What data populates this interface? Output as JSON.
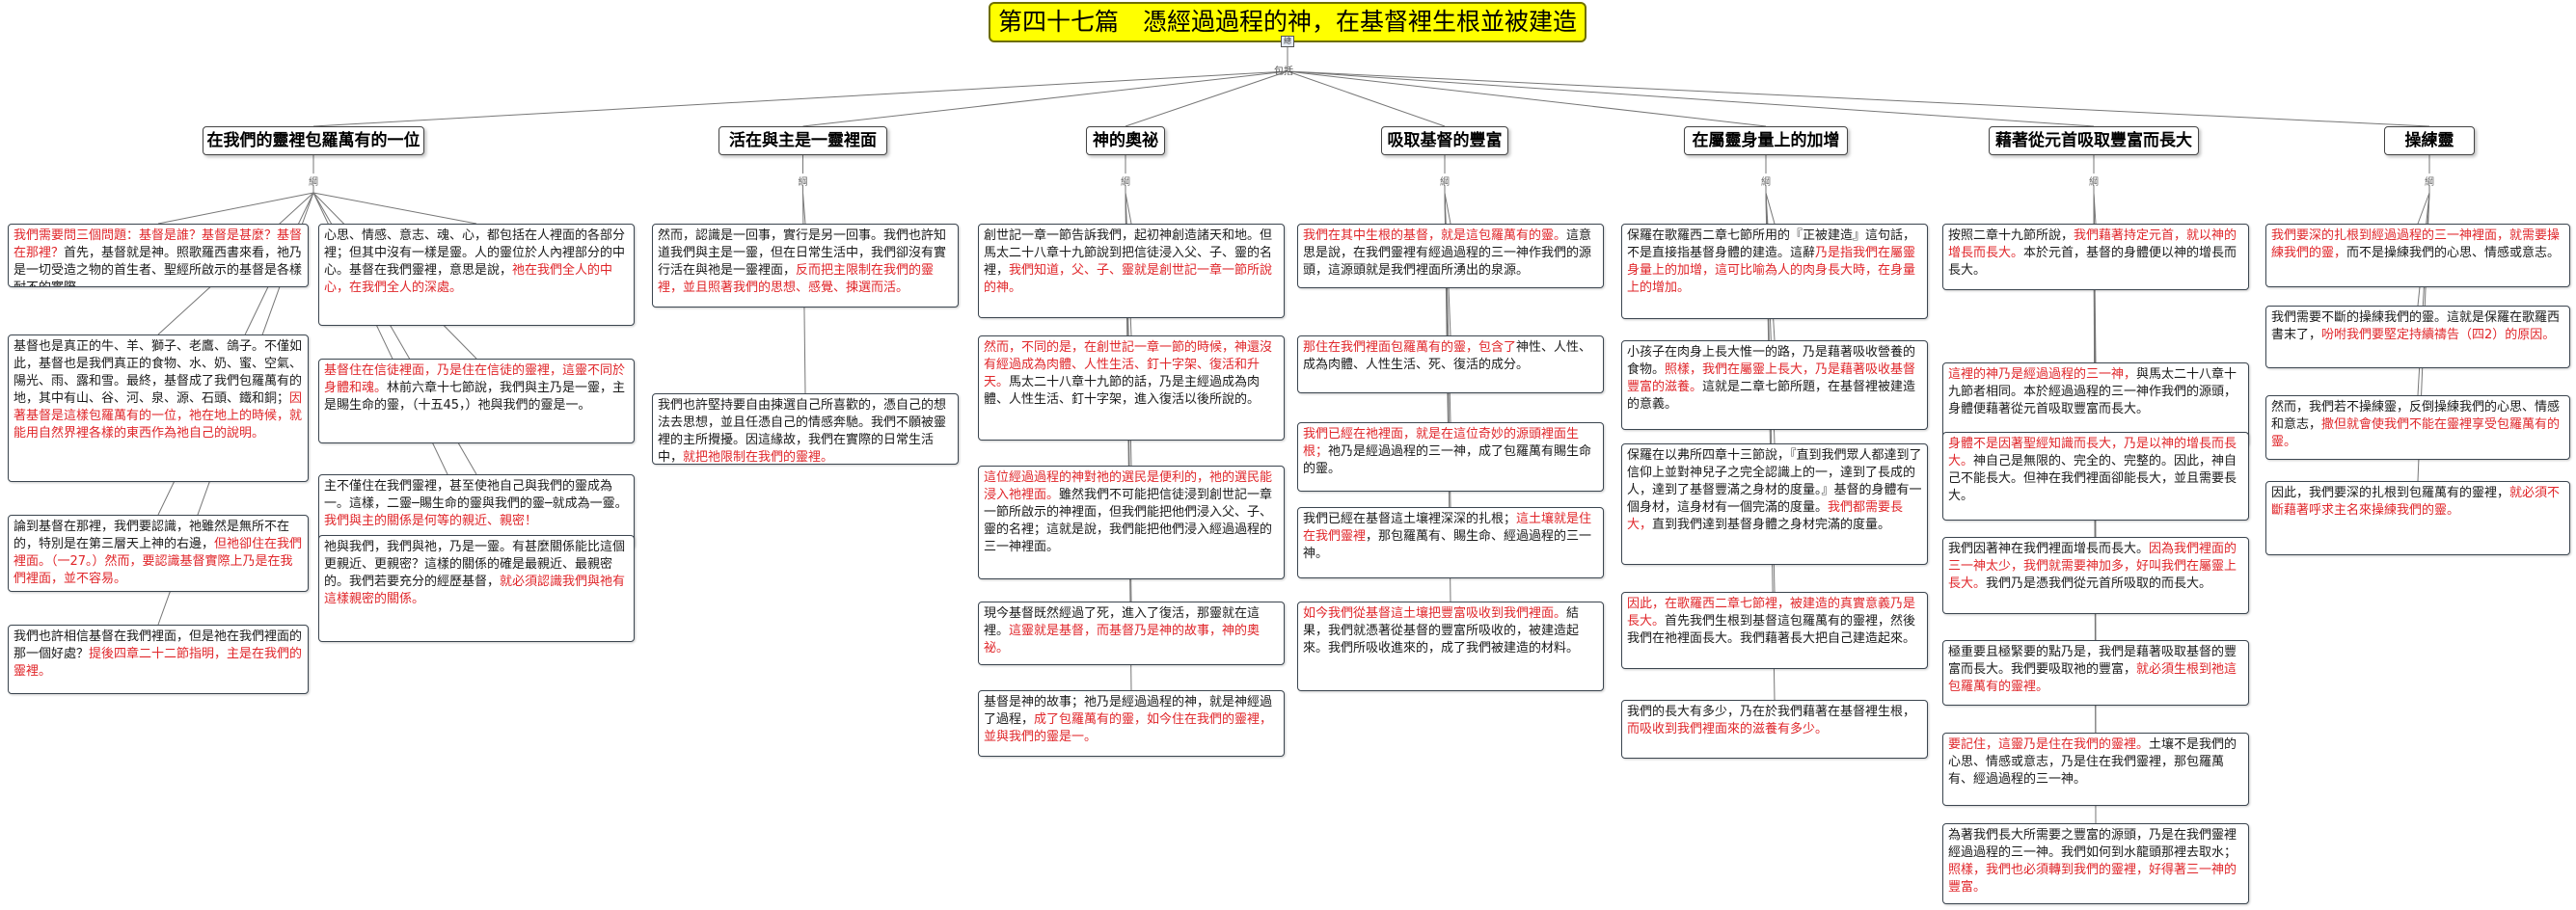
{
  "root": {
    "title": "第四十七篇　憑經過過程的神，在基督裡生根並被建造",
    "marker": "總",
    "hub_label": "包括"
  },
  "branches": [
    {
      "title": "在我們的靈裡包羅萬有的一位",
      "marker": "綱",
      "cards": [
        {
          "segments": [
            {
              "t": "我們需要問三個問題：基督是誰？基督是甚麼？基督在那裡？",
              "red": true
            },
            {
              "t": "首先，基督就是神。照歌羅西書來看，祂乃是一切受造之物的首生者、聖經所啟示的基督是各樣耐不的實際。",
              "red": false
            }
          ]
        },
        {
          "segments": [
            {
              "t": "基督也是真正的牛、羊、獅子、老鷹、鴿子。不僅如此，基督也是我們真正的食物、水、奶、蜜、空氣、陽光、雨、露和雪。最終，基督成了我們包羅萬有的地，其中有山、谷、河、泉、源、石頭、鐵和銅；",
              "red": false
            },
            {
              "t": "因著基督是這樣包羅萬有的一位，祂在地上的時候，就能用自然界裡各樣的東西作為祂自己的說明。",
              "red": true
            }
          ]
        },
        {
          "segments": [
            {
              "t": "論到基督在那裡，我們要認識，祂雖然是無所不在的，特別是在第三層天上神的右邊，",
              "red": false
            },
            {
              "t": "但祂卻住在我們裡面。（一27。）然而，要認識基督實際上乃是在我們裡面，並不容易。",
              "red": true
            }
          ]
        },
        {
          "segments": [
            {
              "t": "我們也許相信基督在我們裡面，但是祂在我們裡面的那一個好處？",
              "red": false
            },
            {
              "t": "提後四章二十二節指明，主是在我們的靈裡。",
              "red": true
            }
          ]
        },
        {
          "segments": [
            {
              "t": "心思、情感、意志、魂、心，都包括在人裡面的各部分裡；但其中沒有一樣是靈。人的靈位於人內裡部分的中心。基督在我們靈裡，意思是說，",
              "red": false
            },
            {
              "t": "祂在我們全人的中心，在我們全人的深處。",
              "red": true
            }
          ]
        },
        {
          "segments": [
            {
              "t": "基督住在信徒裡面，乃是住在信徒的靈裡，這靈不同於身體和魂。",
              "red": true
            },
            {
              "t": "林前六章十七節說，我們與主乃是一靈，主是賜生命的靈，（十五45，）祂與我們的靈是一。",
              "red": false
            }
          ]
        },
        {
          "segments": [
            {
              "t": "主不僅住在我們靈裡，甚至使祂自己與我們的靈成為一。這樣，二靈─賜生命的靈與我們的靈─就成為一靈。",
              "red": false
            },
            {
              "t": "我們與主的關係是何等的親近、親密！",
              "red": true
            }
          ]
        },
        {
          "segments": [
            {
              "t": "祂與我們，我們與祂，乃是一靈。有甚麼關係能比這個更親近、更親密？這樣的關係的確是最親近、最親密的。我們若要充分的經歷基督，",
              "red": false
            },
            {
              "t": "就必須認識我們與祂有這樣親密的關係。",
              "red": true
            }
          ]
        }
      ]
    },
    {
      "title": "活在與主是一靈裡面",
      "marker": "綱",
      "cards": [
        {
          "segments": [
            {
              "t": "然而，認識是一回事，實行是另一回事。我們也許知道我們與主是一靈，但在日常生活中，我們卻沒有實行活在與祂是一靈裡面，",
              "red": false
            },
            {
              "t": "反而把主限制在我們的靈裡，並且照著我們的思想、感覺、揀選而活。",
              "red": true
            }
          ]
        },
        {
          "segments": [
            {
              "t": "我們也許堅持要自由揀選自己所喜歡的，憑自己的想法去思想，並且任憑自己的情感奔馳。我們不願被靈裡的主所攪擾。因這緣故，我們在實際的日常生活中，",
              "red": false
            },
            {
              "t": "就把祂限制在我們的靈裡。",
              "red": true
            }
          ]
        }
      ]
    },
    {
      "title": "神的奧祕",
      "marker": "綱",
      "cards": [
        {
          "segments": [
            {
              "t": "創世記一章一節告訴我們，起初神創造諸天和地。但馬太二十八章十九節說到把信徒浸入父、子、靈的名裡，",
              "red": false
            },
            {
              "t": "我們知道，父、子、靈就是創世記一章一節所說的神。",
              "red": true
            }
          ]
        },
        {
          "segments": [
            {
              "t": "然而，不同的是，在創世記一章一節的時候，神還沒有經過成為肉體、人性生活、釘十字架、復活和升天。",
              "red": true
            },
            {
              "t": "馬太二十八章十九節的話，乃是主經過成為肉體、人性生活、釘十字架，進入復活以後所說的。",
              "red": false
            }
          ]
        },
        {
          "segments": [
            {
              "t": "這位經過過程的神對祂的選民是便利的，祂的選民能浸入祂裡面。",
              "red": true
            },
            {
              "t": "雖然我們不可能把信徒浸到創世記一章一節所啟示的神裡面，但我們能把他們浸入父、子、靈的名裡；這就是說，我們能把他們浸入經過過程的三一神裡面。",
              "red": false
            }
          ]
        },
        {
          "segments": [
            {
              "t": "現今基督既然經過了死，進入了復活，那靈就在這裡。",
              "red": false
            },
            {
              "t": "這靈就是基督，而基督乃是神的故事，神的奧祕。",
              "red": true
            }
          ]
        },
        {
          "segments": [
            {
              "t": "基督是神的故事；祂乃是經過過程的神，就是神經過了過程，",
              "red": false
            },
            {
              "t": "成了包羅萬有的靈，如今住在我們的靈裡，並與我們的靈是一。",
              "red": true
            }
          ]
        }
      ]
    },
    {
      "title": "吸取基督的豐富",
      "marker": "綱",
      "cards": [
        {
          "segments": [
            {
              "t": "我們在其中生根的基督，就是這包羅萬有的靈。",
              "red": true
            },
            {
              "t": "這意思是說，在我們靈裡有經過過程的三一神作我們的源頭，這源頭就是我們裡面所湧出的泉源。",
              "red": false
            }
          ]
        },
        {
          "segments": [
            {
              "t": "那住在我們裡面包羅萬有的靈，包含了",
              "red": true
            },
            {
              "t": "神性、人性、成為肉體、人性生活、死、復活的成分。",
              "red": false
            }
          ]
        },
        {
          "segments": [
            {
              "t": "我們已經在祂裡面，就是在這位奇妙的源頭裡面生根；",
              "red": true
            },
            {
              "t": "祂乃是經過過程的三一神，成了包羅萬有賜生命的靈。",
              "red": false
            }
          ]
        },
        {
          "segments": [
            {
              "t": "我們已經在基督這土壤裡深深的扎根；",
              "red": false
            },
            {
              "t": "這土壤就是住在我們靈裡",
              "red": true
            },
            {
              "t": "，那包羅萬有、賜生命、經過過程的三一神。",
              "red": false
            }
          ]
        },
        {
          "segments": [
            {
              "t": "如今我們從基督這土壤把豐富吸收到我們裡面。",
              "red": true
            },
            {
              "t": "結果，我們就憑著從基督的豐富所吸收的，被建造起來。我們所吸收進來的，成了我們被建造的材料。",
              "red": false
            }
          ]
        }
      ]
    },
    {
      "title": "在屬靈身量上的加增",
      "marker": "綱",
      "cards": [
        {
          "segments": [
            {
              "t": "保羅在歌羅西二章七節所用的『正被建造』這句話，不是直接指基督身體的建造。這辭",
              "red": false
            },
            {
              "t": "乃是指我們在屬靈身量上的加增，這可比喻為人的肉身長大時，在身量上的增加。",
              "red": true
            }
          ]
        },
        {
          "segments": [
            {
              "t": "小孩子在肉身上長大惟一的路，乃是藉著吸收營養的食物。",
              "red": false
            },
            {
              "t": "照樣，我們在屬靈上長大，乃是藉著吸收基督豐富的滋養。",
              "red": true
            },
            {
              "t": "這就是二章七節所題，在基督裡被建造的意義。",
              "red": false
            }
          ]
        },
        {
          "segments": [
            {
              "t": "保羅在以弗所四章十三節說，『直到我們眾人都達到了信仰上並對神兒子之完全認識上的一，達到了長成的人，達到了基督豐滿之身材的度量。』基督的身體有一個身材，這身材有一個完滿的度量。",
              "red": false
            },
            {
              "t": "我們都需要長大，",
              "red": true
            },
            {
              "t": "直到我們達到基督身體之身材完滿的度量。",
              "red": false
            }
          ]
        },
        {
          "segments": [
            {
              "t": "因此，在歌羅西二章七節裡，被建造的真實意義乃是長大。",
              "red": true
            },
            {
              "t": "首先我們生根到基督這包羅萬有的靈裡，然後我們在祂裡面長大。我們藉著長大把自己建造起來。",
              "red": false
            }
          ]
        },
        {
          "segments": [
            {
              "t": "我們的長大有多少，乃在於我們藉著在基督裡生根，",
              "red": false
            },
            {
              "t": "而吸收到我們裡面來的滋養有多少。",
              "red": true
            }
          ]
        }
      ]
    },
    {
      "title": "藉著從元首吸取豐富而長大",
      "marker": "綱",
      "cards": [
        {
          "segments": [
            {
              "t": "按照二章十九節所說，",
              "red": false
            },
            {
              "t": "我們藉著持定元首，就以神的增長而長大。",
              "red": true
            },
            {
              "t": "本於元首，基督的身體便以神的增長而長大。",
              "red": false
            }
          ]
        },
        {
          "segments": [
            {
              "t": "這裡的神乃是經過過程的三一神，",
              "red": true
            },
            {
              "t": "與馬太二十八章十九節者相同。本於經過過程的三一神作我們的源頭，身體便藉著從元首吸取豐富而長大。",
              "red": false
            }
          ]
        },
        {
          "segments": [
            {
              "t": "身體不是因著聖經知識而長大，乃是以神的增長而長大。",
              "red": true
            },
            {
              "t": "神自己是無限的、完全的、完整的。因此，神自己不能長大。但神在我們裡面卻能長大，並且需要長大。",
              "red": false
            }
          ]
        },
        {
          "segments": [
            {
              "t": "我們因著神在我們裡面增長而長大。",
              "red": false
            },
            {
              "t": "因為我們裡面的三一神太少，我們就需要神加多，好叫我們在屬靈上長大。",
              "red": true
            },
            {
              "t": "我們乃是憑我們從元首所吸取的而長大。",
              "red": false
            }
          ]
        },
        {
          "segments": [
            {
              "t": "極重要且極緊要的點乃是，我們是藉著吸取基督的豐富而長大。我們要吸取祂的豐富，",
              "red": false
            },
            {
              "t": "就必須生根到祂這包羅萬有的靈裡。",
              "red": true
            }
          ]
        },
        {
          "segments": [
            {
              "t": "要記住，這靈乃是住在我們的靈裡。",
              "red": true
            },
            {
              "t": "土壤不是我們的心思、情感或意志，乃是住在我們靈裡，那包羅萬有、經過過程的三一神。",
              "red": false
            }
          ]
        },
        {
          "segments": [
            {
              "t": "為著我們長大所需要之豐富的源頭，乃是在我們靈裡經過過程的三一神。我們如何到水龍頭那裡去取水；",
              "red": false
            },
            {
              "t": "照樣，我們也必須轉到我們的靈裡，好得著三一神的豐富。",
              "red": true
            }
          ]
        }
      ]
    },
    {
      "title": "操練靈",
      "marker": "綱",
      "cards": [
        {
          "segments": [
            {
              "t": "我們要深的扎根到經過過程的三一神裡面，就需要操練我們的靈，",
              "red": true
            },
            {
              "t": "而不是操練我們的心思、情感或意志。",
              "red": false
            }
          ]
        },
        {
          "segments": [
            {
              "t": "我們需要不斷的操練我們的靈。這就是保羅在歌羅西書末了，",
              "red": false
            },
            {
              "t": "吩咐我們要堅定持續禱告（四2）的原因。",
              "red": true
            }
          ]
        },
        {
          "segments": [
            {
              "t": "然而，我們若不操練靈，反倒操練我們的心思、情感和意志，",
              "red": false
            },
            {
              "t": "撒但就會使我們不能在靈裡享受包羅萬有的靈。",
              "red": true
            }
          ]
        },
        {
          "segments": [
            {
              "t": "因此，我們要深的扎根到包羅萬有的靈裡，",
              "red": false
            },
            {
              "t": "就必須不斷藉著呼求主名來操練我們的靈。",
              "red": true
            }
          ]
        }
      ]
    }
  ]
}
